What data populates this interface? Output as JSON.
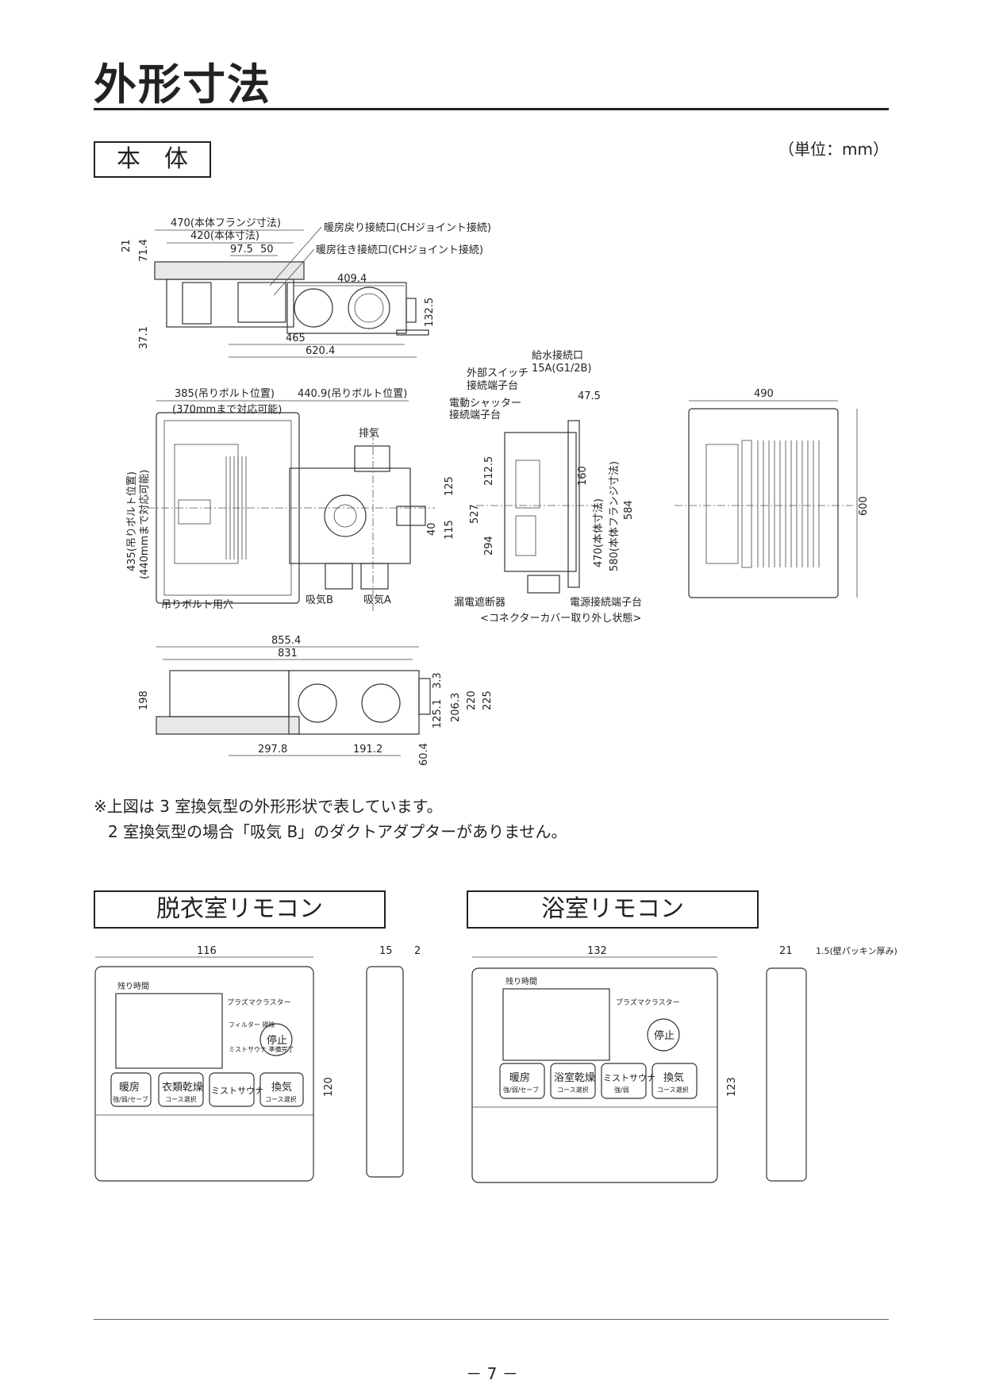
{
  "header": {
    "title": "外形寸法"
  },
  "sections": {
    "main_unit": "本　体",
    "unit_label": "（単位：mm）",
    "dressing_remote": "脱衣室リモコン",
    "bath_remote": "浴室リモコン"
  },
  "notes": {
    "line1": "※上図は 3 室換気型の外形形状で表しています。",
    "line2": "2 室換気型の場合「吸気 B」のダクトアダプターがありません。"
  },
  "page_number": "－ 7 －",
  "top_view": {
    "d470": "470(本体フランジ寸法)",
    "d420": "420(本体寸法)",
    "d975": "97.5",
    "d50": "50",
    "d21": "21",
    "d714": "71.4",
    "d371": "37.1",
    "d4094": "409.4",
    "d1325": "132.5",
    "d465": "465",
    "d6204": "620.4",
    "return_port": "暖房戻り接続口(CHジョイント接続)",
    "supply_port": "暖房往き接続口(CHジョイント接続)"
  },
  "plan_view": {
    "d385": "385(吊りボルト位置)",
    "d4409": "440.9(吊りボルト位置)",
    "d370": "(370mmまで対応可能)",
    "d435": "435(吊りボルト位置)",
    "d440": "(440mmまで対応可能)",
    "exhaust": "排気",
    "intake_b": "吸気B",
    "intake_a": "吸気A",
    "bolt_hole": "吊りボルト用穴",
    "d125": "125",
    "d115": "115",
    "d40": "40"
  },
  "side_view": {
    "water_port": "給水接続口",
    "water_size": "15A(G1/2B)",
    "ext_switch_1": "外部スイッチ",
    "ext_switch_2": "接続端子台",
    "shutter_1": "電動シャッター",
    "shutter_2": "接続端子台",
    "d475": "47.5",
    "d2125": "212.5",
    "d527": "527",
    "d294": "294",
    "d160": "160",
    "d470b": "470(本体寸法)",
    "d580": "580(本体フランジ寸法)",
    "d584": "584",
    "breaker": "漏電遮断器",
    "power_terminal": "電源接続端子台",
    "caption": "<コネクターカバー取り外し状態>"
  },
  "front_view": {
    "d490": "490",
    "d600": "600"
  },
  "bottom_view": {
    "d8554": "855.4",
    "d831": "831",
    "d198": "198",
    "d33": "3.3",
    "d1251": "125.1",
    "d2063": "206.3",
    "d220": "220",
    "d225": "225",
    "d2978": "297.8",
    "d1912": "191.2",
    "d604": "60.4"
  },
  "dressing_remote_drawing": {
    "w": "116",
    "h": "120",
    "depth1": "15",
    "depth2": "2",
    "remaining": "残り時間",
    "brand": "プラズマクラスター",
    "filter": "フィルター\n掃除",
    "mist": "ミストサウナ\n準備完了",
    "stop": "停止",
    "btn1": "暖房",
    "btn1_sub": "強/弱/セーブ",
    "btn2": "衣類乾燥",
    "btn2_sub": "コース選択",
    "btn3": "ミストサウナ",
    "btn4": "換気",
    "btn4_sub": "コース選択"
  },
  "bath_remote_drawing": {
    "w": "132",
    "h": "123",
    "depth1": "21",
    "depth2": "1.5(壁パッキン厚み)",
    "remaining": "残り時間",
    "brand": "プラズマクラスター",
    "stop": "停止",
    "btn1": "暖房",
    "btn1_sub": "強/弱/セーブ",
    "btn2": "浴室乾燥",
    "btn2_sub": "コース選択",
    "btn3": "ミストサウナ",
    "btn3_sub": "強/弱",
    "btn4": "換気",
    "btn4_sub": "コース選択"
  }
}
